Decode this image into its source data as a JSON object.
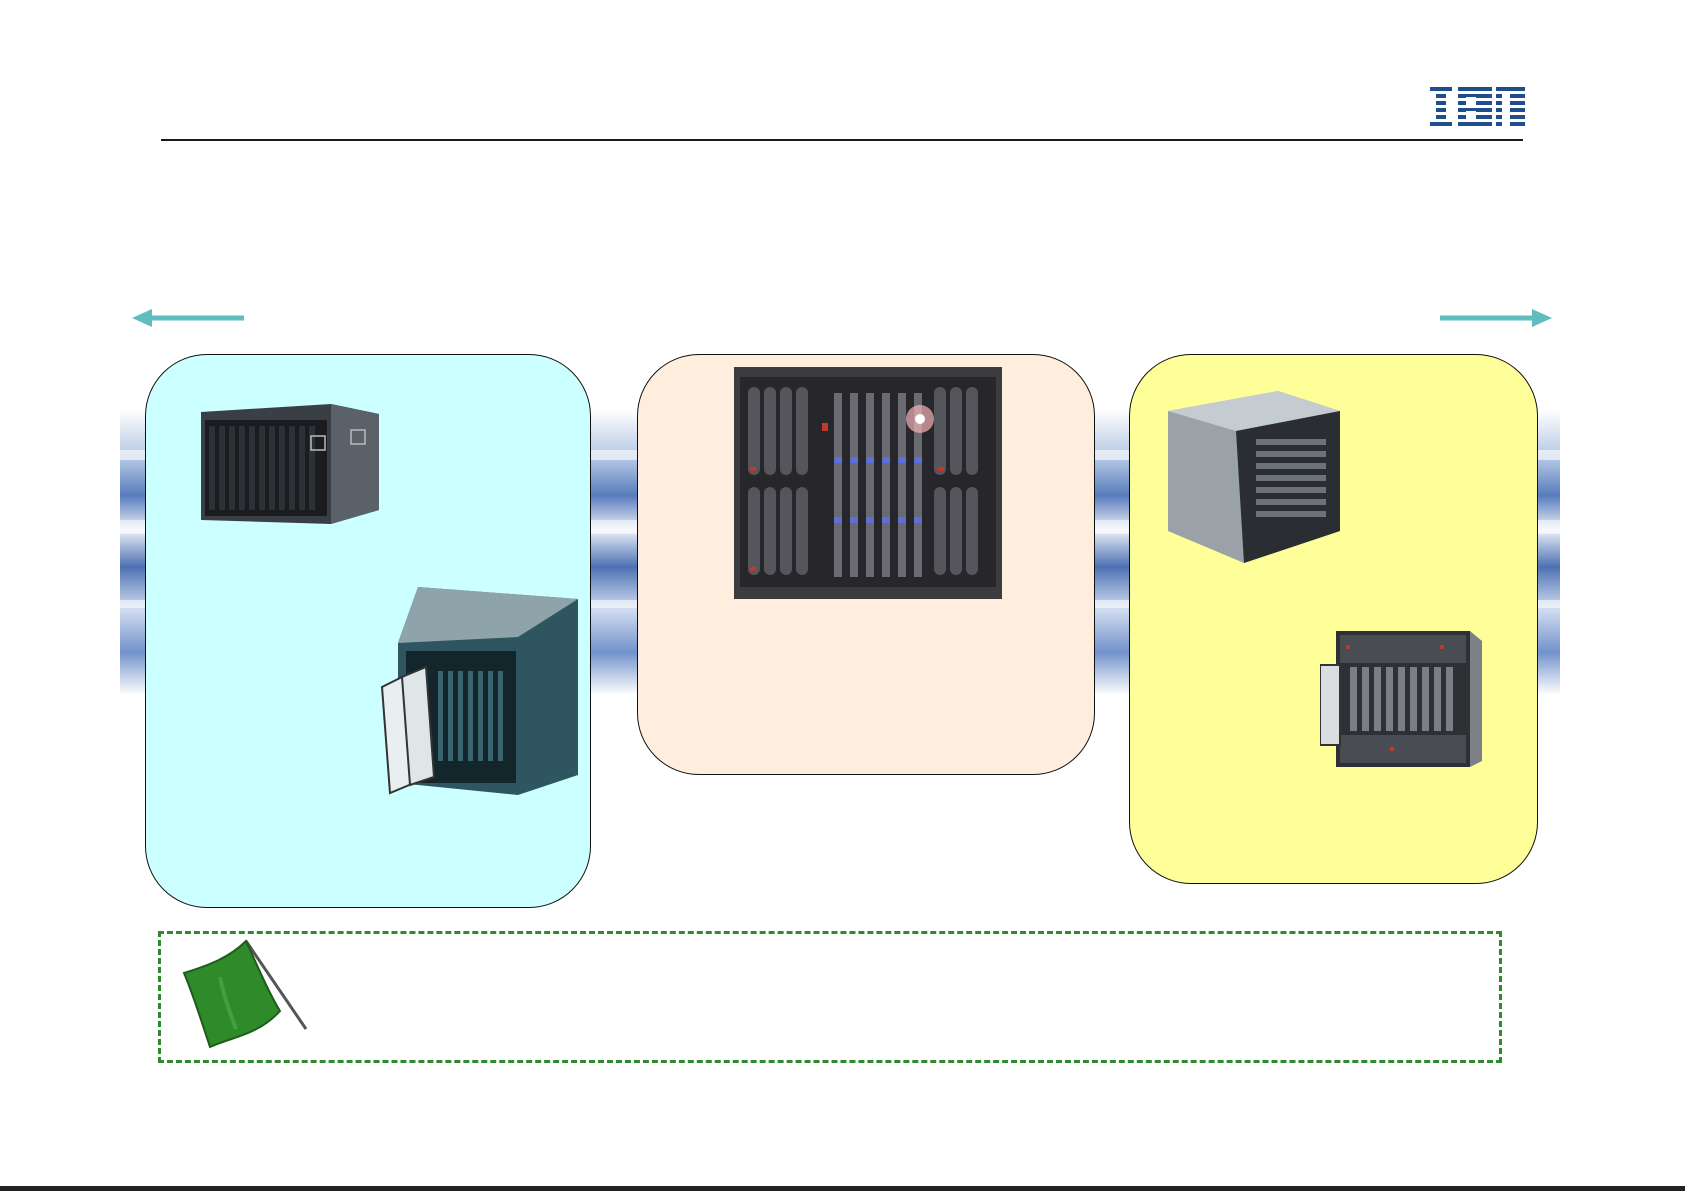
{
  "logo": {
    "text": "IBM",
    "color": "#1f4e8c"
  },
  "colors": {
    "accent_arrow": "#5fbcbf",
    "panel_left": "#ccffff",
    "panel_center": "#ffeedd",
    "panel_right": "#ffff99",
    "note_border": "#2e8b2e"
  },
  "icons": {
    "left_arrow": "arrow-left-icon",
    "right_arrow": "arrow-right-icon",
    "flag": "green-flag-icon"
  },
  "panels": [
    {
      "name": "left",
      "products": [
        "blade-chassis-closed",
        "blade-chassis-open"
      ]
    },
    {
      "name": "center",
      "products": [
        "blade-chassis-front"
      ]
    },
    {
      "name": "right",
      "products": [
        "blade-chassis-cube",
        "blade-chassis-front-rack"
      ]
    }
  ]
}
